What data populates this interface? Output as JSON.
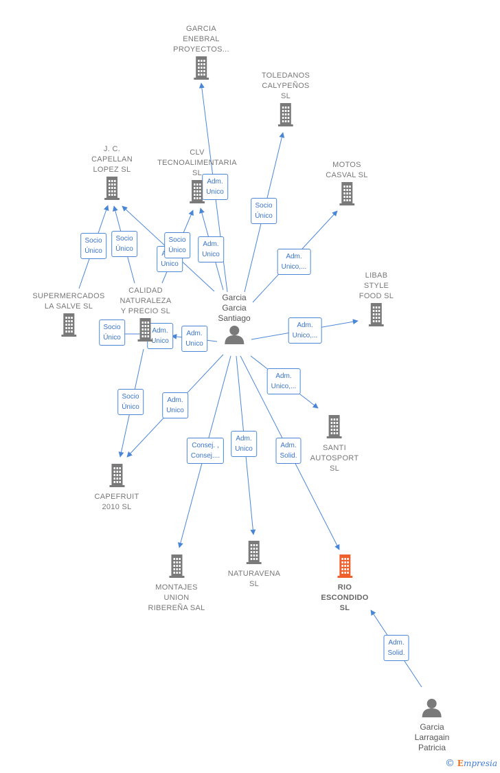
{
  "colors": {
    "edge": "#4a86d6",
    "building": "#7a7a7a",
    "building_focus": "#f0602d",
    "person": "#7a7a7a"
  },
  "nodes": [
    {
      "id": "garcia_enebral",
      "label": "GARCIA\nENEBRAL\nPROYECTOS...",
      "type": "company",
      "icon": "building-icon"
    },
    {
      "id": "toledanos",
      "label": "TOLEDANOS\nCALYPEÑOS\nSL",
      "type": "company",
      "icon": "building-icon"
    },
    {
      "id": "capellan",
      "label": "J. C.\nCAPELLAN\nLOPEZ SL",
      "type": "company",
      "icon": "building-icon"
    },
    {
      "id": "clv",
      "label": "CLV\nTECNOALIMENTARIA\nSL",
      "type": "company",
      "icon": "building-icon"
    },
    {
      "id": "motos",
      "label": "MOTOS\nCASVAL SL",
      "type": "company",
      "icon": "building-icon"
    },
    {
      "id": "libab",
      "label": "LIBAB\nSTYLE\nFOOD SL",
      "type": "company",
      "icon": "building-icon"
    },
    {
      "id": "supermercados",
      "label": "SUPERMERCADOS\nLA SALVE SL",
      "type": "company",
      "icon": "building-icon"
    },
    {
      "id": "calidad",
      "label": "CALIDAD\nNATURALEZA\nY PRECIO SL",
      "type": "company",
      "icon": "building-icon"
    },
    {
      "id": "santi",
      "label": "SANTI\nAUTOSPORT\nSL",
      "type": "company",
      "icon": "building-icon"
    },
    {
      "id": "capefruit",
      "label": "CAPEFRUIT\n2010 SL",
      "type": "company",
      "icon": "building-icon"
    },
    {
      "id": "montajes",
      "label": "MONTAJES\nUNION\nRIBEREÑA SAL",
      "type": "company",
      "icon": "building-icon"
    },
    {
      "id": "naturavena",
      "label": "NATURAVENA\nSL",
      "type": "company",
      "icon": "building-icon"
    },
    {
      "id": "rio",
      "label": "RIO\nESCONDIDO\nSL",
      "type": "focus",
      "icon": "building-icon"
    },
    {
      "id": "garcia_santiago",
      "label": "Garcia\nGarcia\nSantiago",
      "type": "person",
      "icon": "person-icon"
    },
    {
      "id": "garcia_patricia",
      "label": "Garcia\nLarragain\nPatricia",
      "type": "person",
      "icon": "person-icon"
    }
  ],
  "edges": [
    {
      "from": "garcia_santiago",
      "to": "garcia_enebral",
      "label": "Adm.\nUnico"
    },
    {
      "from": "garcia_santiago",
      "to": "toledanos",
      "label": "Socio\nÚnico"
    },
    {
      "from": "garcia_santiago",
      "to": "motos",
      "label": "Adm.\nUnico,..."
    },
    {
      "from": "garcia_santiago",
      "to": "libab",
      "label": "Adm.\nUnico,..."
    },
    {
      "from": "garcia_santiago",
      "to": "santi",
      "label": "Adm.\nUnico,..."
    },
    {
      "from": "garcia_santiago",
      "to": "rio",
      "label": "Adm.\nSolid."
    },
    {
      "from": "garcia_santiago",
      "to": "naturavena",
      "label": "Adm.\nUnico"
    },
    {
      "from": "garcia_santiago",
      "to": "montajes",
      "label": "Consej. ,\nConsej...."
    },
    {
      "from": "garcia_santiago",
      "to": "capefruit",
      "label": "Adm.\nUnico"
    },
    {
      "from": "garcia_santiago",
      "to": "calidad",
      "label": "Adm.\nUnico"
    },
    {
      "from": "garcia_santiago",
      "to": "clv",
      "label": "Adm.\nUnico"
    },
    {
      "from": "garcia_santiago",
      "to": "capellan",
      "label": "Adm.\nUnico"
    },
    {
      "from": "supermercados",
      "to": "capellan",
      "label": "Socio\nÚnico"
    },
    {
      "from": "calidad",
      "to": "capellan",
      "label": "Socio\nÚnico"
    },
    {
      "from": "calidad",
      "to": "clv",
      "label": "Socio\nÚnico"
    },
    {
      "from": "calidad",
      "to": "supermercados",
      "label": "Socio\nÚnico"
    },
    {
      "from": "calidad",
      "to": "capefruit",
      "label": "Socio\nÚnico"
    },
    {
      "from": "calidad",
      "to": "calidad",
      "label": "Adm.\nUnico"
    },
    {
      "from": "garcia_patricia",
      "to": "rio",
      "label": "Adm.\nSolid."
    }
  ],
  "brand": {
    "copyright": "©",
    "first": "E",
    "rest": "mpresia"
  }
}
